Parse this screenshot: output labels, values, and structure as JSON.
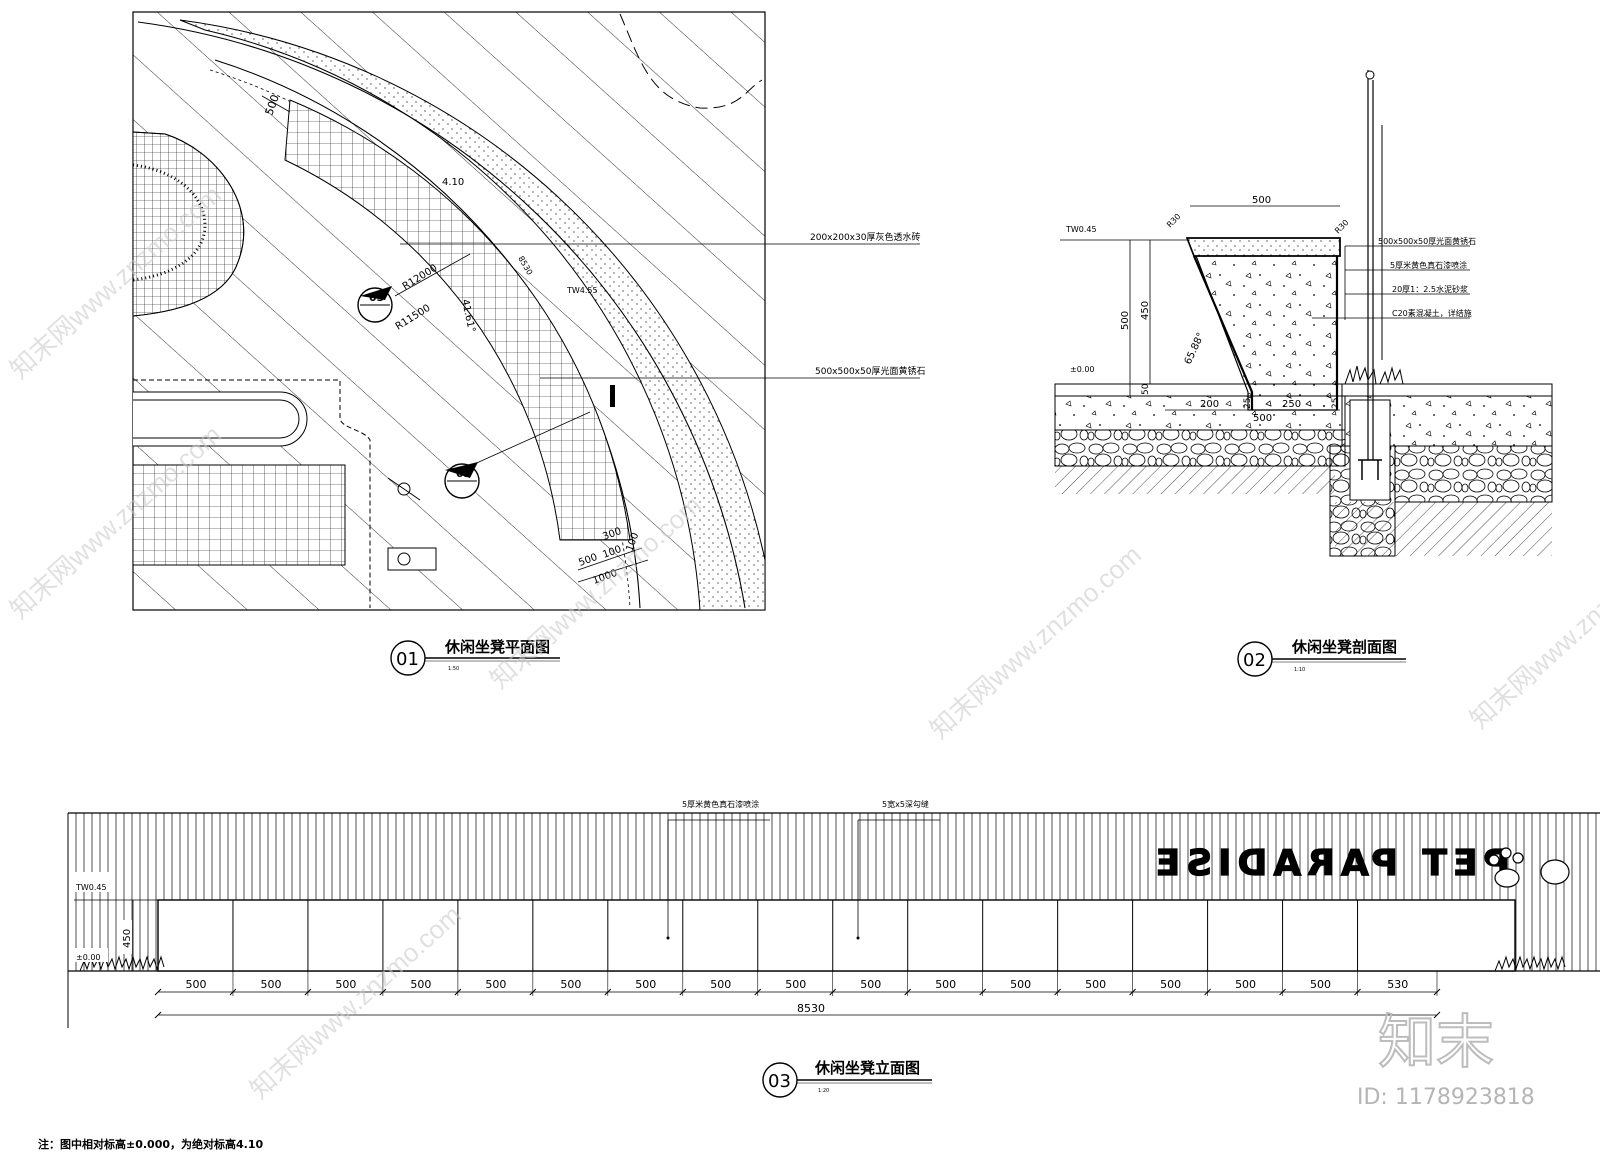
{
  "plan": {
    "dims": {
      "d500": "500",
      "d4_10": "4.10",
      "r12000": "R12000",
      "r11500": "R11500",
      "angle": "41.61°",
      "d8530": "8530",
      "tw": "TW4.55",
      "d300": "300",
      "d100": "100",
      "d500b": "500",
      "d100b": "100",
      "d1000": "1000"
    },
    "callouts": {
      "permeable": "200x200x30厚灰色透水砖",
      "granite": "500x500x50厚光面黄锈石"
    },
    "markers": {
      "m03": "03",
      "m02": "02"
    },
    "title": {
      "num": "01",
      "text": "休闲坐凳平面图",
      "scale": "1:50"
    }
  },
  "section": {
    "dims": {
      "top500": "500",
      "r30a": "R30",
      "r30b": "R30",
      "tw": "TW0.45",
      "h500": "500",
      "h450": "450",
      "angle": "65.88°",
      "zero": "±0.00",
      "h50": "50",
      "d200": "200",
      "d25a": "25",
      "d500": "500",
      "d250": "250",
      "d25b": "25"
    },
    "layers": [
      "500x500x50厚光面黄锈石",
      "5厚米黄色真石漆喷涂",
      "20厚1：2.5水泥砂浆",
      "C20素混凝土，详结施"
    ],
    "title": {
      "num": "02",
      "text": "休闲坐凳剖面图",
      "scale": "1:10"
    }
  },
  "elevation": {
    "callouts": {
      "paint": "5厚米黄色真石漆喷涂",
      "groove": "5宽x5深勾缝"
    },
    "tw": "TW0.45",
    "zero": "±0.00",
    "h450": "450",
    "sign": "PET PARADISE",
    "segments": [
      "500",
      "500",
      "500",
      "500",
      "500",
      "500",
      "500",
      "500",
      "500",
      "500",
      "500",
      "500",
      "500",
      "500",
      "500",
      "500",
      "530"
    ],
    "total": "8530",
    "title": {
      "num": "03",
      "text": "休闲坐凳立面图",
      "scale": "1:20"
    }
  },
  "note": "注：图中相对标高±0.000，为绝对标高4.10",
  "branding": {
    "logo": "知末",
    "id": "ID: 1178923818",
    "watermark": "知末网www.znzmo.com"
  }
}
